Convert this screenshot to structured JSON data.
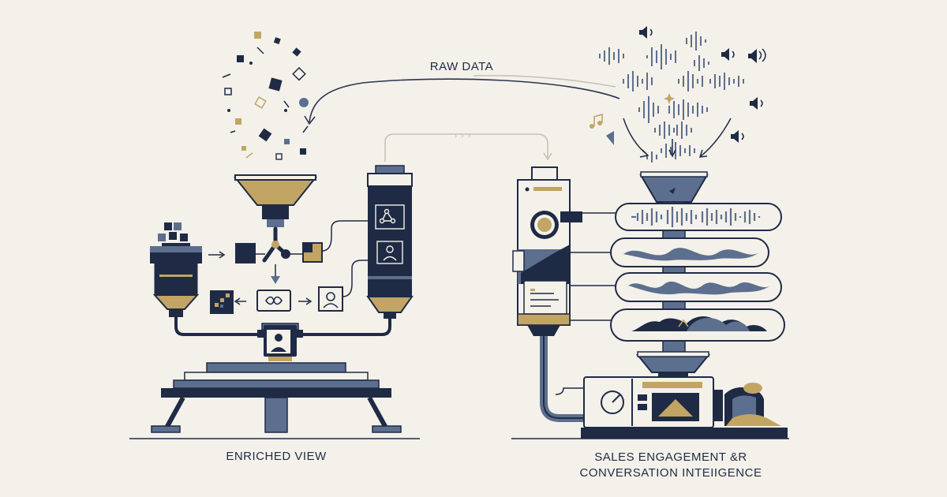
{
  "labels": {
    "raw_data": "RAW DATA",
    "enriched_view": "ENRICHED VIEW",
    "sales_line1": "SALES ENGAGEMENT &R",
    "sales_line2": "CONVERSATION INTEIIGENCE"
  },
  "colors": {
    "navy": "#1f2b45",
    "slate": "#5d6f8e",
    "gold": "#c2a465",
    "light_gold": "#d9c08a",
    "background": "#f4f1ea",
    "line": "#2a3350"
  },
  "icons": {
    "node_graph": "share-nodes-icon",
    "person": "user-icon",
    "infinity": "infinity-icon",
    "speaker": "speaker-icon",
    "music": "music-note-icon",
    "pie": "pie-chart-icon",
    "image": "image-icon"
  }
}
